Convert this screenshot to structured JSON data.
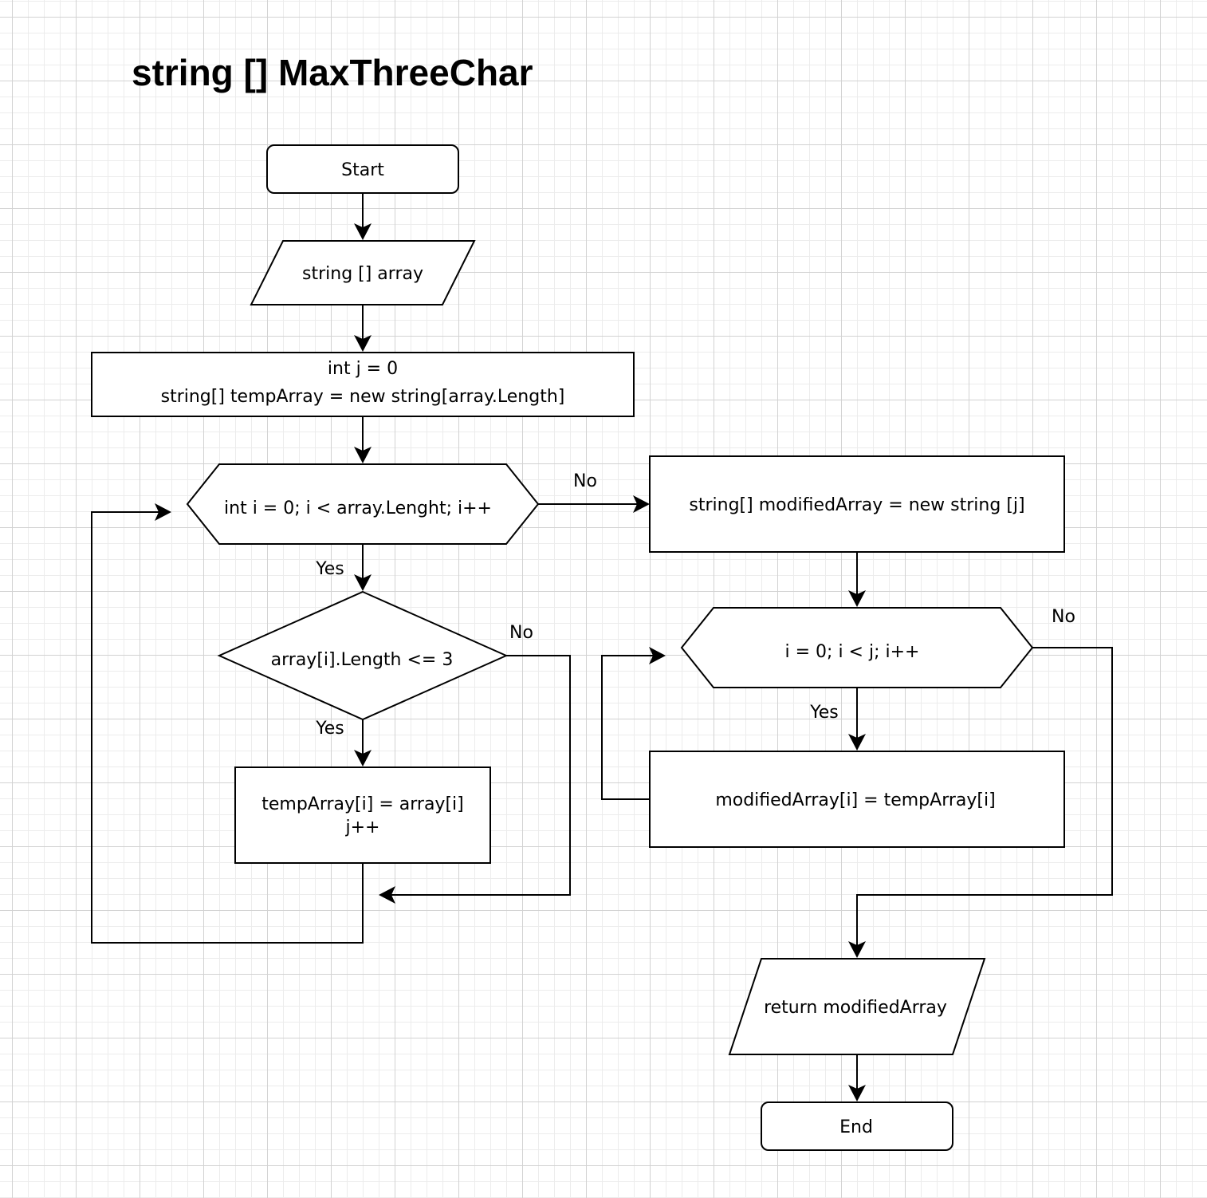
{
  "title": "string [] MaxThreeChar",
  "nodes": {
    "start": "Start",
    "input_array": "string [] array",
    "init_line1": "int j = 0",
    "init_line2": "string[] tempArray = new string[array.Length]",
    "loop1": "int i = 0; i < array.Lenght; i++",
    "condition": "array[i].Length <= 3",
    "assign_line1": "tempArray[i] = array[i]",
    "assign_line2": "j++",
    "create_modified": "string[] modifiedArray = new string [j]",
    "loop2": "i = 0; i < j; i++",
    "copy": "modifiedArray[i] = tempArray[i]",
    "return": "return modifiedArray",
    "end": "End"
  },
  "edge_labels": {
    "loop1_no": "No",
    "loop1_yes": "Yes",
    "condition_no": "No",
    "condition_yes": "Yes",
    "loop2_no": "No",
    "loop2_yes": "Yes"
  }
}
